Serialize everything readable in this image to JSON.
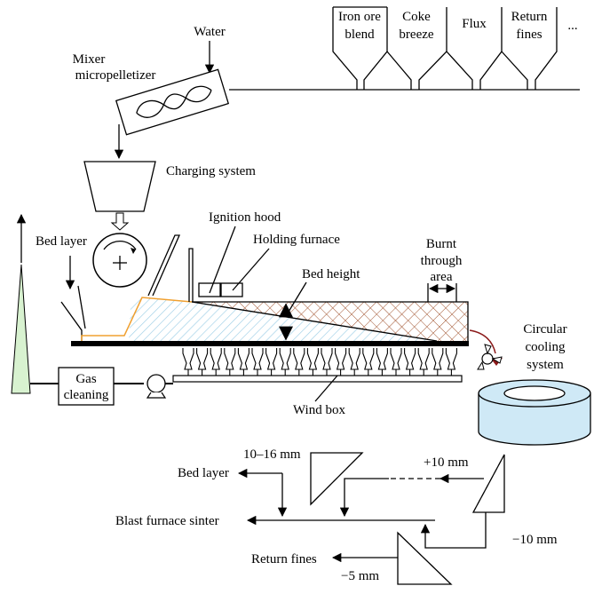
{
  "hoppers": {
    "iron_ore_line1": "Iron ore",
    "iron_ore_line2": "blend",
    "coke_line1": "Coke",
    "coke_line2": "breeze",
    "flux": "Flux",
    "return_fines_line1": "Return",
    "return_fines_line2": "fines",
    "more": "..."
  },
  "labels": {
    "water": "Water",
    "mixer_line1": "Mixer",
    "mixer_line2": "micropelletizer",
    "charging_system": "Charging system",
    "ignition_hood": "Ignition hood",
    "holding_furnace": "Holding furnace",
    "bed_layer": "Bed layer",
    "bed_height": "Bed height",
    "burnt_line1": "Burnt",
    "burnt_line2": "through",
    "burnt_line3": "area",
    "circular_line1": "Circular",
    "circular_line2": "cooling",
    "circular_line3": "system",
    "gas_line1": "Gas",
    "gas_line2": "cleaning",
    "wind_box": "Wind box"
  },
  "screening": {
    "size_10_16": "10–16 mm",
    "bed_layer": "Bed layer",
    "plus_10": "+10 mm",
    "blast_furnace_sinter": "Blast furnace sinter",
    "minus_10": "−10 mm",
    "return_fines": "Return fines",
    "minus_5": "−5 mm"
  },
  "colors": {
    "bed_hatch": "#9ecfe6",
    "burnt_hatch": "#a0522d",
    "orange_outline": "#f0a030",
    "stack_fill": "#d8f2d0",
    "cooler_fill": "#cfe9f6",
    "cooler_arrow": "#8b1a1a"
  }
}
